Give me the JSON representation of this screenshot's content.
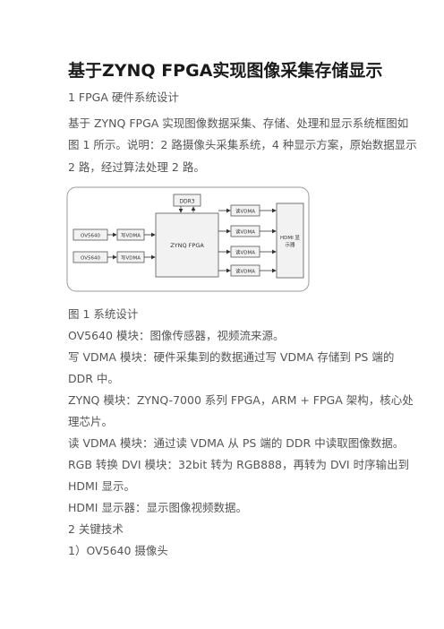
{
  "document": {
    "title": "基于ZYNQ  FPGA实现图像采集存储显示",
    "lines": [
      "1 FPGA 硬件系统设计",
      "基于 ZYNQ FPGA 实现图像数据采集、存储、处理和显示系统框图如",
      "图 1 所示。说明：2 路摄像头采集系统，4 种显示方案，原始数据显示",
      "2 路，经过算法处理 2 路。",
      "图 1  系统设计",
      "OV5640 模块：图像传感器，视频流来源。",
      "写 VDMA 模块：硬件采集到的数据通过写 VDMA 存储到 PS 端的",
      "DDR 中。",
      "ZYNQ 模块：ZYNQ-7000 系列 FPGA，ARM + FPGA 架构，核心处",
      "理芯片。",
      "读 VDMA 模块：通过读 VDMA 从 PS 端的 DDR 中读取图像数据。",
      "RGB 转换 DVI 模块：32bit 转为 RGB888，再转为 DVI 时序输出到",
      "HDMI 显示。",
      "HDMI 显示器：显示图像视频数据。",
      "2  关键技术",
      "1）OV5640 摄像头"
    ]
  },
  "diagram": {
    "ddr3": "DDR3",
    "zynq": "ZYNQ FPGA",
    "cam1": "OV5640",
    "cam2": "OV5640",
    "wvdma1": "写VDMA",
    "wvdma2": "写VDMA",
    "rvdma": [
      "读VDMA",
      "读VDMA",
      "读VDMA",
      "读VDMA"
    ],
    "hdmi_line1": "HDMI 显",
    "hdmi_line2": "示器"
  }
}
